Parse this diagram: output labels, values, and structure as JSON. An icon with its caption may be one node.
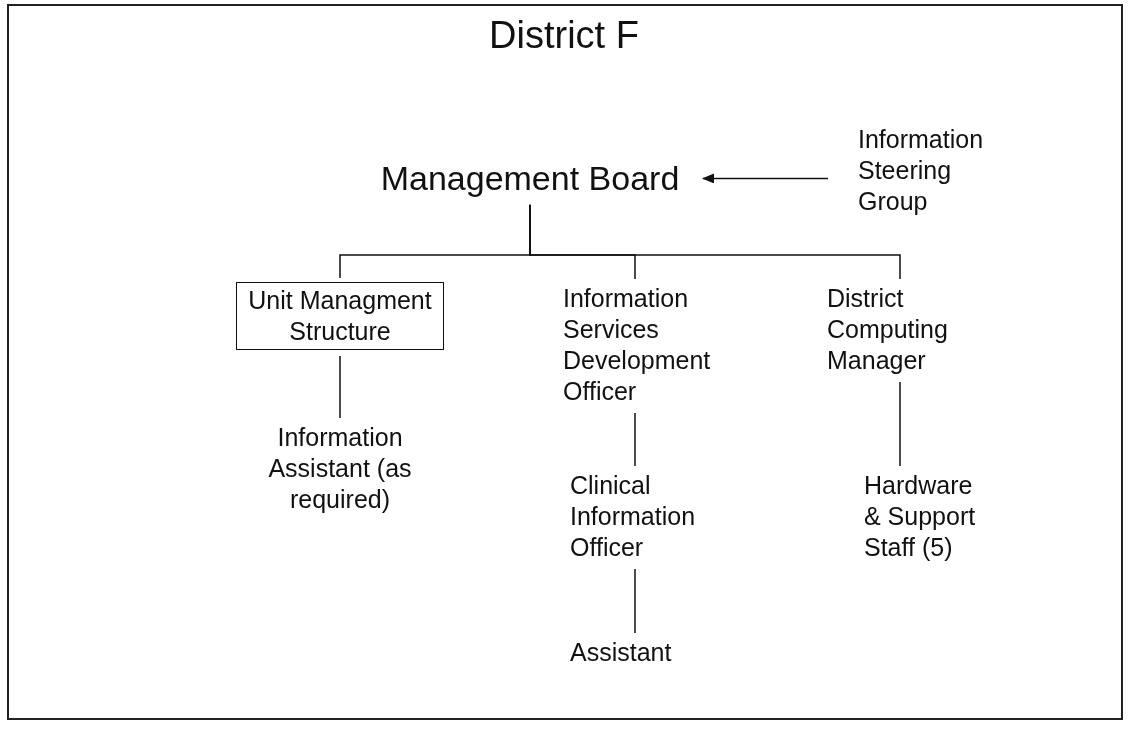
{
  "diagram": {
    "title": "District F",
    "nodes": [
      {
        "text": [
          "Management Board"
        ]
      },
      {
        "text": [
          "Information Steering Group"
        ]
      },
      {
        "text": [
          "Unit Managment Structure"
        ]
      },
      {
        "text": [
          "Information Services Development Officer"
        ]
      },
      {
        "text": [
          "District Computing Manager"
        ]
      },
      {
        "text": [
          "Information Assistant (as required)"
        ]
      },
      {
        "text": [
          "Clinical Information Officer"
        ]
      },
      {
        "text": [
          "Assistant"
        ]
      },
      {
        "text": [
          "Hardware & Support Staff (5)"
        ]
      }
    ],
    "edges": [
      {
        "from": 1,
        "to": 0,
        "arrow": "to"
      },
      {
        "from": 0,
        "to": 2,
        "arrow": "none"
      },
      {
        "from": 0,
        "to": 3,
        "arrow": "none"
      },
      {
        "from": 0,
        "to": 4,
        "arrow": "none"
      },
      {
        "from": 2,
        "to": 5,
        "arrow": "none"
      },
      {
        "from": 3,
        "to": 6,
        "arrow": "none"
      },
      {
        "from": 6,
        "to": 7,
        "arrow": "none"
      },
      {
        "from": 4,
        "to": 8,
        "arrow": "none"
      }
    ]
  }
}
